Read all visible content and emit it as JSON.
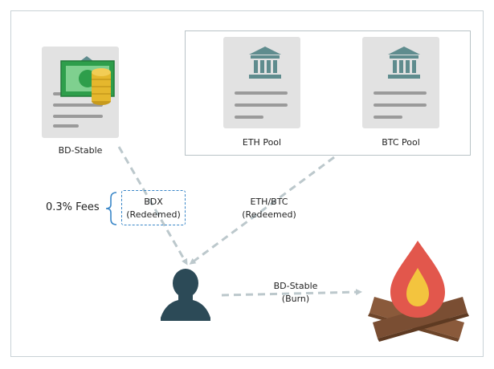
{
  "nodes": {
    "bd_stable": {
      "label": "BD-Stable",
      "icon": "money-coins-icon"
    },
    "eth_pool": {
      "label": "ETH Pool",
      "icon": "bank-icon"
    },
    "btc_pool": {
      "label": "BTC Pool",
      "icon": "bank-icon"
    },
    "user": {
      "icon": "user-icon"
    },
    "burn": {
      "icon": "campfire-icon"
    }
  },
  "edges": {
    "bdx": {
      "line1": "BDX",
      "line2": "(Redeemed)"
    },
    "eth_btc": {
      "line1": "ETH/BTC",
      "line2": "(Redeemed)"
    },
    "burn": {
      "line1": "BD-Stable",
      "line2": "(Burn)"
    }
  },
  "fees": {
    "label": "0.3% Fees"
  },
  "colors": {
    "edge": "#bcc8cc",
    "bank": "#5f8c8e",
    "user": "#2c4a57",
    "flame": "#e2574c",
    "flame_inner": "#f3c43e",
    "log": "#8a5a3b",
    "bdx_border": "#3a87c8",
    "cash": "#2e9e4b",
    "coin": "#e5b72d"
  }
}
